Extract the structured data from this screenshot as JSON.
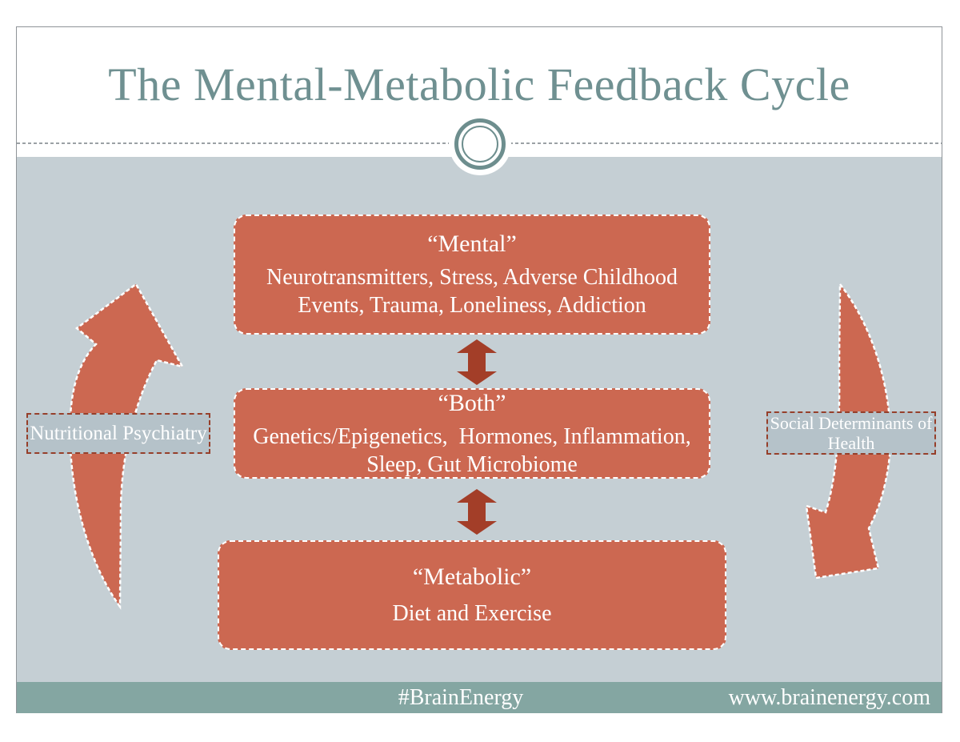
{
  "title": "The Mental-Metabolic Feedback Cycle",
  "diagram": {
    "nodes": {
      "mental": {
        "heading": "“Mental”",
        "body": "Neurotransmitters, Stress, Adverse Childhood Events, Trauma, Loneliness, Addiction"
      },
      "both": {
        "heading": "“Both”",
        "body": "Genetics/Epigenetics,  Hormones, Inflammation,  Sleep, Gut Microbiome"
      },
      "metabolic": {
        "heading": "“Metabolic”",
        "body": "Diet and Exercise"
      }
    },
    "connectors": [
      {
        "name": "double-arrow-mental-both",
        "type": "double-headed-vertical"
      },
      {
        "name": "double-arrow-both-metabolic",
        "type": "double-headed-vertical"
      },
      {
        "name": "cycle-arrow-left",
        "type": "curved-arrow-up"
      },
      {
        "name": "cycle-arrow-right",
        "type": "curved-arrow-down"
      }
    ],
    "side_labels": {
      "left": "Nutritional Psychiatry",
      "right": "Social Determinants of Health"
    }
  },
  "footer": {
    "hashtag": "#BrainEnergy",
    "website": "www.brainenergy.com"
  },
  "colors": {
    "node_fill": "#cc6851",
    "node_border": "#ffffff",
    "double_arrow": "#a33e28",
    "content_background": "#c5cfd4",
    "side_label_fill": "#b5c2c9",
    "side_label_border": "#963f2a",
    "footer_bar": "#84a6a2",
    "title_text": "#6f9091",
    "ornament_ring": "#6d8e8e"
  }
}
